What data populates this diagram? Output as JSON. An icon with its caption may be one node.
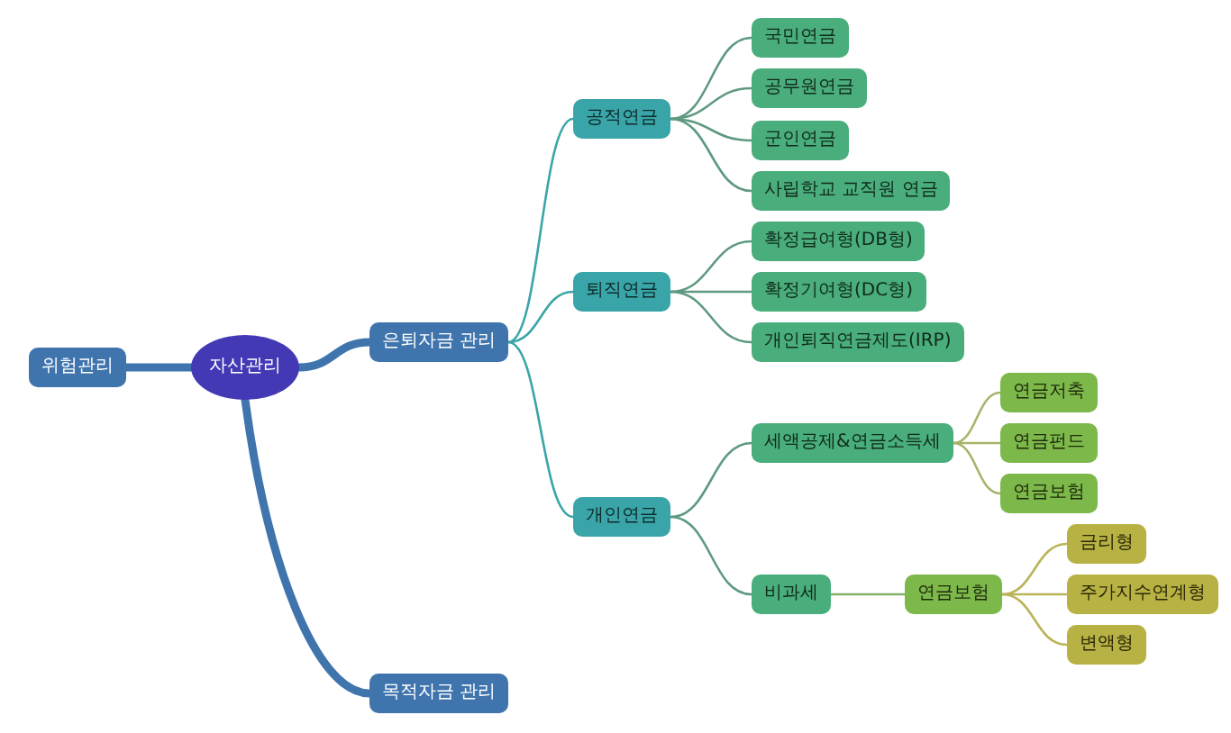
{
  "diagram": {
    "nodes": [
      {
        "text": [
          "위험관리"
        ]
      },
      {
        "text": [
          "자산관리"
        ]
      },
      {
        "text": [
          "은퇴자금 관리"
        ]
      },
      {
        "text": [
          "목적자금 관리"
        ]
      },
      {
        "text": [
          "공적연금"
        ]
      },
      {
        "text": [
          "국민연금"
        ]
      },
      {
        "text": [
          "공무원연금"
        ]
      },
      {
        "text": [
          "군인연금"
        ]
      },
      {
        "text": [
          "사립학교 교직원 연금"
        ]
      },
      {
        "text": [
          "퇴직연금"
        ]
      },
      {
        "text": [
          "확정급여형(DB형)"
        ]
      },
      {
        "text": [
          "확정기여형(DC형)"
        ]
      },
      {
        "text": [
          "개인퇴직연금제도(IRP)"
        ]
      },
      {
        "text": [
          "개인연금"
        ]
      },
      {
        "text": [
          "세액공제&연금소득세"
        ]
      },
      {
        "text": [
          "연금저축"
        ]
      },
      {
        "text": [
          "연금펀드"
        ]
      },
      {
        "text": [
          "연금보험"
        ]
      },
      {
        "text": [
          "비과세"
        ]
      },
      {
        "text": [
          "연금보험"
        ]
      },
      {
        "text": [
          "금리형"
        ]
      },
      {
        "text": [
          "주가지수연계형"
        ]
      },
      {
        "text": [
          "변액형"
        ]
      }
    ],
    "edges": [
      {
        "from": 1,
        "to": 0,
        "arrow": "none",
        "style": "thick",
        "color": "#3f74ad"
      },
      {
        "from": 1,
        "to": 2,
        "arrow": "none",
        "style": "thick",
        "color": "#3f74ad"
      },
      {
        "from": 1,
        "to": 3,
        "arrow": "none",
        "style": "thick",
        "color": "#3f74ad"
      },
      {
        "from": 2,
        "to": 4,
        "arrow": "none",
        "color": "#3aa5a8"
      },
      {
        "from": 2,
        "to": 9,
        "arrow": "none",
        "color": "#3aa5a8"
      },
      {
        "from": 2,
        "to": 13,
        "arrow": "none",
        "color": "#3aa5a8"
      },
      {
        "from": 4,
        "to": 5,
        "arrow": "none"
      },
      {
        "from": 4,
        "to": 6,
        "arrow": "none"
      },
      {
        "from": 4,
        "to": 7,
        "arrow": "none"
      },
      {
        "from": 4,
        "to": 8,
        "arrow": "none"
      },
      {
        "from": 9,
        "to": 10,
        "arrow": "none"
      },
      {
        "from": 9,
        "to": 11,
        "arrow": "none"
      },
      {
        "from": 9,
        "to": 12,
        "arrow": "none"
      },
      {
        "from": 13,
        "to": 14,
        "arrow": "none"
      },
      {
        "from": 13,
        "to": 18,
        "arrow": "none"
      },
      {
        "from": 14,
        "to": 15,
        "arrow": "none",
        "color": "#a9b46a"
      },
      {
        "from": 14,
        "to": 16,
        "arrow": "none",
        "color": "#a9b46a"
      },
      {
        "from": 14,
        "to": 17,
        "arrow": "none",
        "color": "#a9b46a"
      },
      {
        "from": 18,
        "to": 19,
        "arrow": "none",
        "color": "#84b06a"
      },
      {
        "from": 19,
        "to": 20,
        "arrow": "none",
        "color": "#bab458"
      },
      {
        "from": 19,
        "to": 21,
        "arrow": "none",
        "color": "#bab458"
      },
      {
        "from": 19,
        "to": 22,
        "arrow": "none",
        "color": "#bab458"
      }
    ]
  }
}
